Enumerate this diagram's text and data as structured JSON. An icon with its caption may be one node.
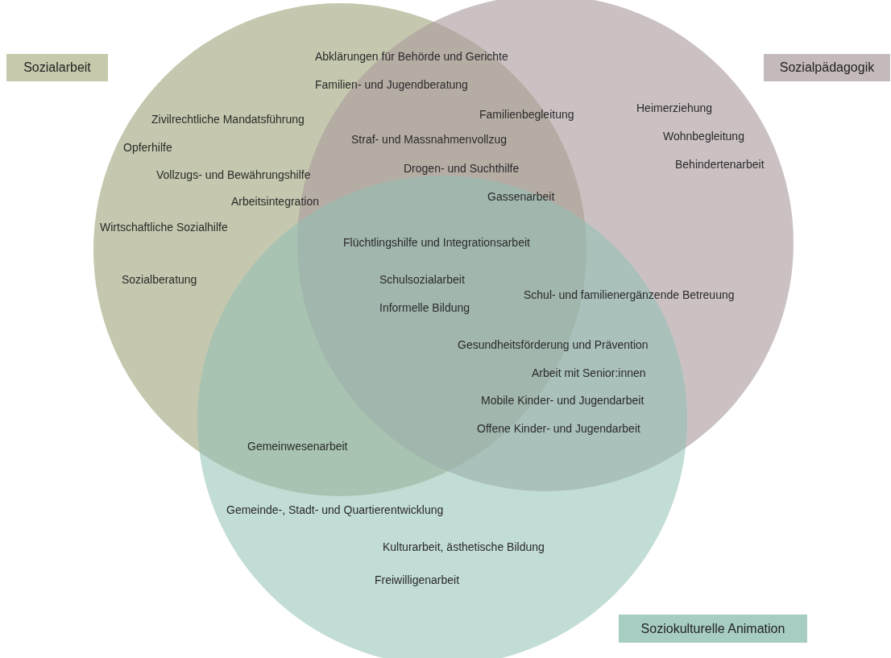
{
  "diagram": {
    "nodes": [
      {
        "text": [],
        "shape": "circle"
      },
      {
        "text": [
          "Sozialarbeit"
        ]
      },
      {
        "text": [],
        "shape": "circle"
      },
      {
        "text": [
          "Sozialpädagogik"
        ]
      },
      {
        "text": [],
        "shape": "circle"
      },
      {
        "text": [
          "Soziokulturelle Animation"
        ]
      }
    ],
    "labels": [
      "Abklärungen für Behörde und Gerichte",
      "Familien- und Jugendberatung",
      "Familienbegleitung",
      "Zivilrechtliche Mandatsführung",
      "Heimerziehung",
      "Straf- und Massnahmenvollzug",
      "Wohnbegleitung",
      "Opferhilfe",
      "Behindertenarbeit",
      "Drogen- und Suchthilfe",
      "Vollzugs- und Bewährungshilfe",
      "Gassenarbeit",
      "Arbeitsintegration",
      "Wirtschaftliche Sozialhilfe",
      "Flüchtlingshilfe und Integrationsarbeit",
      "Sozialberatung",
      "Schulsozialarbeit",
      "Schul- und familienergänzende Betreuung",
      "Informelle Bildung",
      "Gesundheitsförderung und Prävention",
      "Arbeit mit Senior:innen",
      "Mobile Kinder- und Jugendarbeit",
      "Offene Kinder- und Jugendarbeit",
      "Gemeinwesenarbeit",
      "Gemeinde-, Stadt- und Quartierentwicklung",
      "Kulturarbeit, ästhetische Bildung",
      "Freiwilligenarbeit"
    ]
  }
}
